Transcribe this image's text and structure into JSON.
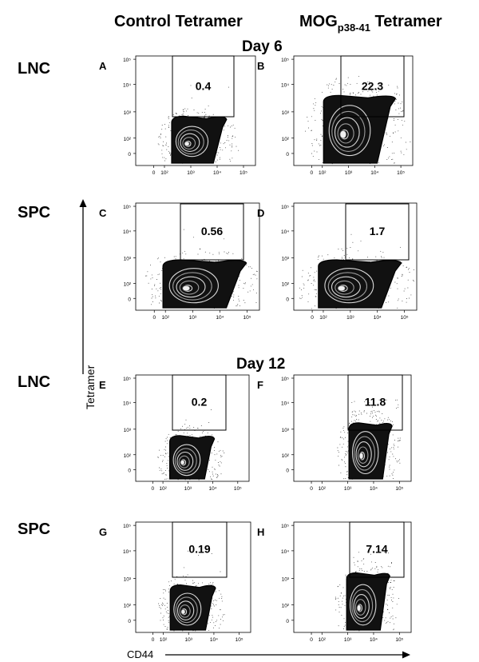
{
  "header": {
    "col1": "Control Tetramer",
    "col2_main": "MOG",
    "col2_sub": "p38-41",
    "col2_tail": " Tetramer"
  },
  "days": [
    "Day 6",
    "Day 12"
  ],
  "rows": [
    "LNC",
    "SPC",
    "LNC",
    "SPC"
  ],
  "axes": {
    "y_label": "Tetramer",
    "x_label": "CD44",
    "x_ticks": [
      "0",
      "10²",
      "10³",
      "10⁴",
      "10⁵"
    ],
    "y_ticks": [
      "10⁵",
      "10⁴",
      "10³",
      "10²",
      "0"
    ]
  },
  "chart_data": {
    "type": "contour",
    "xlabel": "CD44",
    "ylabel": "Tetramer",
    "panels": [
      {
        "label": "A",
        "day": "Day 6",
        "tissue": "LNC",
        "tetramer": "Control Tetramer",
        "gate_percent": "0.4"
      },
      {
        "label": "B",
        "day": "Day 6",
        "tissue": "LNC",
        "tetramer": "MOG p38-41 Tetramer",
        "gate_percent": "22.3"
      },
      {
        "label": "C",
        "day": "Day 6",
        "tissue": "SPC",
        "tetramer": "Control Tetramer",
        "gate_percent": "0.56"
      },
      {
        "label": "D",
        "day": "Day 6",
        "tissue": "SPC",
        "tetramer": "MOG p38-41 Tetramer",
        "gate_percent": "1.7"
      },
      {
        "label": "E",
        "day": "Day 12",
        "tissue": "LNC",
        "tetramer": "Control Tetramer",
        "gate_percent": "0.2"
      },
      {
        "label": "F",
        "day": "Day 12",
        "tissue": "LNC",
        "tetramer": "MOG p38-41 Tetramer",
        "gate_percent": "11.8"
      },
      {
        "label": "G",
        "day": "Day 12",
        "tissue": "SPC",
        "tetramer": "Control Tetramer",
        "gate_percent": "0.19"
      },
      {
        "label": "H",
        "day": "Day 12",
        "tissue": "SPC",
        "tetramer": "MOG p38-41 Tetramer",
        "gate_percent": "7.14"
      }
    ]
  }
}
